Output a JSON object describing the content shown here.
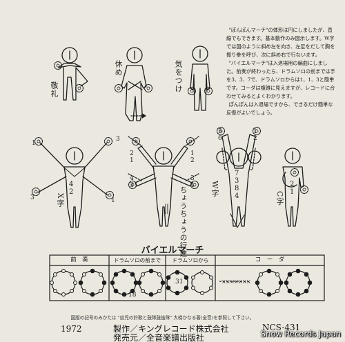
{
  "figures": {
    "salute": "敬礼",
    "rest": "休め",
    "attention": "気をつけ",
    "x_form": "X字",
    "butterfly": "ちょうちょうの行進",
    "w_form": "W字",
    "c_form": "C字"
  },
  "marks": {
    "x_beat_3_left": "3",
    "x_beat_1_left": "1",
    "x_beat_3_right": "3",
    "x_beat_1_lower": "1",
    "x_chest": "4|2",
    "butterfly_top_left": "2|1",
    "butterfly_top_right": "1|2",
    "butterfly_left": "4|3",
    "butterfly_right": "3|4",
    "w_top_left": "5|6",
    "w_top_right": "1|2",
    "w_chest": "7|3|8|4",
    "c_chest": "2|1"
  },
  "description": {
    "p1": "\"ぽんぽんマーチ\"の体形は円にしましたが、直線でもできます。基本動作のみ図示します。W字では図のように斜め左を向き、左足をだして胸を振り拳を呼び、次に斜め右で行ないます。",
    "p2": "\"バイエルマーチ\"は入退場用の編曲にしました。前奏が終わったら、ドラムソロの前までは手を3、3、7で、ドラムソロからは1、1、3と簡単です。コーダは複雑に見えますが、レコードに合わせてみるとよくわかります。",
    "p3": "ぽんぽんは入退場ですから、できるだけ簡単な反復がよいでしょう。"
  },
  "score": {
    "title": "バイエルマーチ",
    "sections": [
      "前　奏",
      "ドラムソロの前まで",
      "ドラムソロから",
      "コ　ー　ダ"
    ],
    "marker_18": "18",
    "marker_31": "31"
  },
  "footer": {
    "note": "　図版の記号のみかたは \"幼児の鈴歌と鼓隊鼓笛隊\" 大梯かなる著(全音)を参照して下さい。",
    "year": "1972",
    "producer": "製作／キングレコード株式会社",
    "catalog": "NCS-431",
    "distributor": "発売元／全音楽譜出版社",
    "watermark": "Snow Records Japan"
  },
  "colors": {
    "ink": "#1d1d1d",
    "paper": "#ebe8df"
  },
  "icons": [
    "pompom-icon",
    "person-figure-icon",
    "arrow-icon"
  ]
}
